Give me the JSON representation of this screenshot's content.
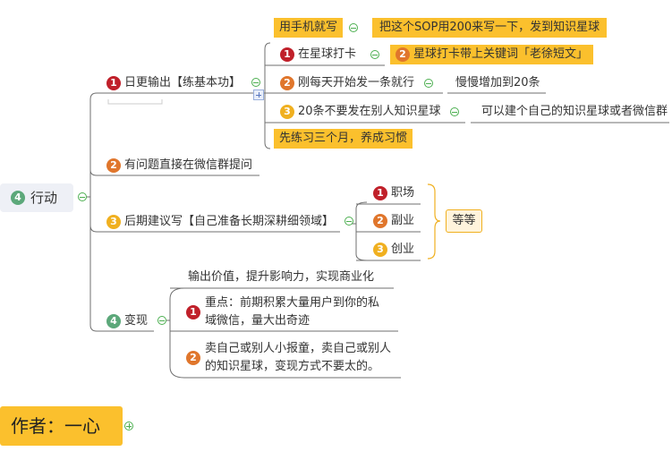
{
  "root": {
    "index": "4",
    "label": "行动"
  },
  "author": {
    "label": "作者：一心"
  },
  "branches": {
    "b1": {
      "index": "1",
      "label": "日更输出【练基本功】",
      "tips": {
        "tip1": {
          "label": "用手机就写",
          "note": "把这个SOP用200来写一下，发到知识星球"
        },
        "c1": {
          "index": "1",
          "label": "在星球打卡",
          "note_index": "2",
          "note": "星球打卡带上关键词「老徐短文」"
        },
        "c2": {
          "index": "2",
          "label": "刚每天开始发一条就行",
          "note": "慢慢增加到20条"
        },
        "c3": {
          "index": "3",
          "label": "20条不要发在别人知识星球",
          "note": "可以建个自己的知识星球或者微信群"
        },
        "tip2": {
          "label": "先练习三个月，养成习惯"
        }
      }
    },
    "b2": {
      "index": "2",
      "label": "有问题直接在微信群提问"
    },
    "b3": {
      "index": "3",
      "label": "后期建议写【自己准备长期深耕细领域】",
      "children": [
        {
          "index": "1",
          "label": "职场"
        },
        {
          "index": "2",
          "label": "副业"
        },
        {
          "index": "3",
          "label": "创业"
        }
      ],
      "summary": "等等"
    },
    "b4": {
      "index": "4",
      "label": "变现",
      "c0": {
        "label": "输出价值，提升影响力，实现商业化"
      },
      "c1": {
        "index": "1",
        "line1": "重点：前期积累大量用户到你的私",
        "line2": "域微信，量大出奇迹"
      },
      "c2": {
        "index": "2",
        "line1": "卖自己或别人小报童，卖自己或别人",
        "line2": "的知识星球，变现方式不要太的。"
      }
    }
  },
  "colors": {
    "line": "#6f6f6f",
    "highlight": "#fbc02d",
    "badge_red": "#c0202a",
    "badge_orange": "#e0762c",
    "badge_yellow": "#f0b020",
    "badge_green": "#5ca87a",
    "collapse": "#4caf50",
    "root_bg": "#eef0f6"
  }
}
